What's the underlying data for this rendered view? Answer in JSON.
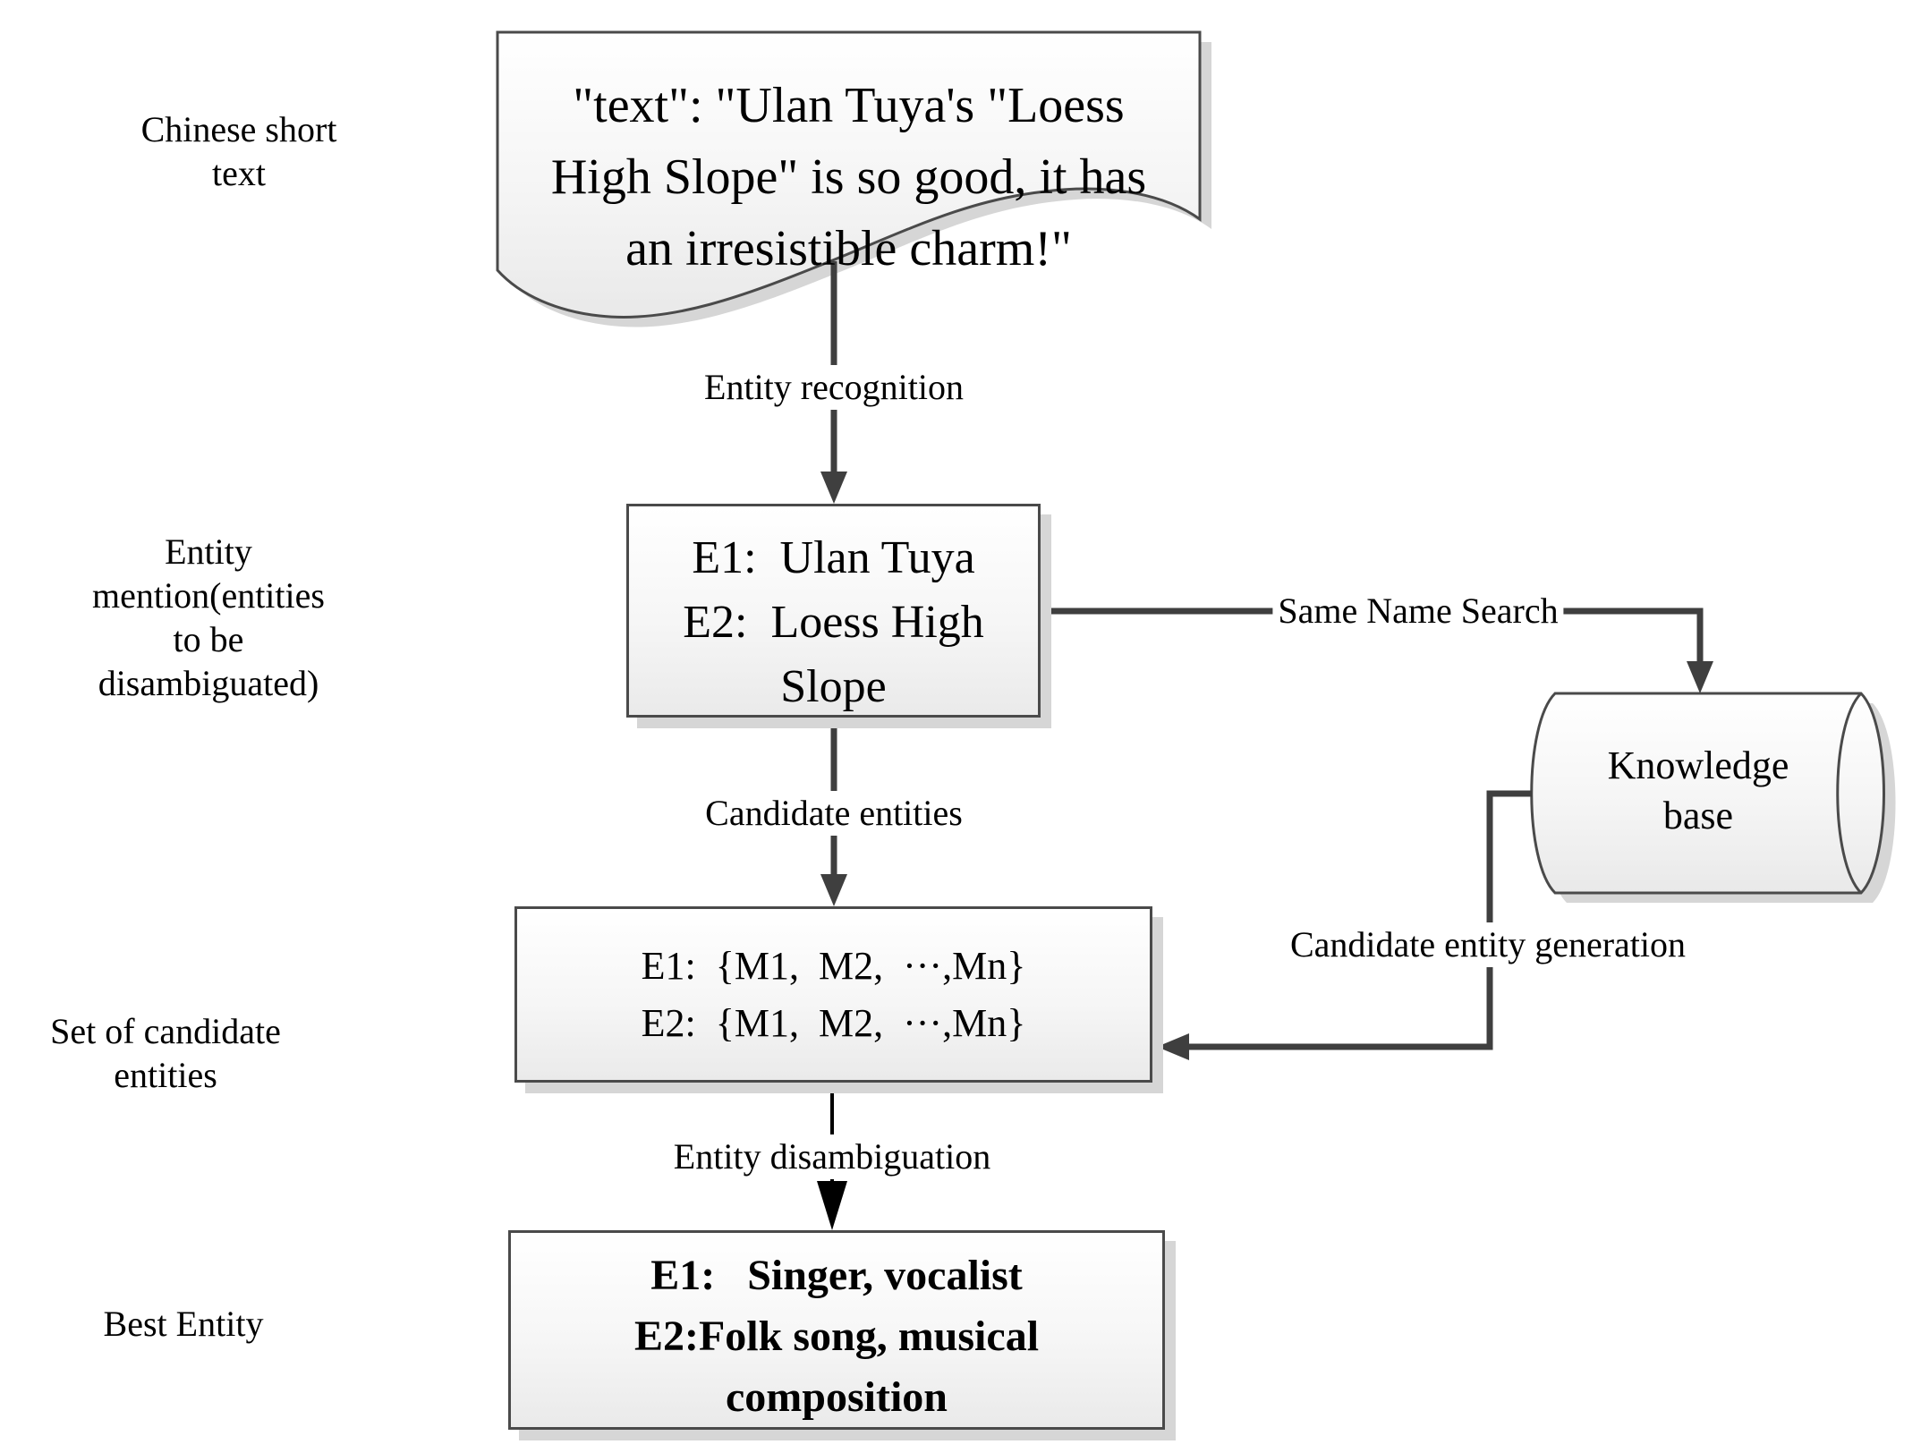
{
  "figure": {
    "title": "Entity linking flow diagram",
    "background": "#ffffff"
  },
  "side_labels": {
    "chinese_short_text": "Chinese short\ntext",
    "entity_mention": "Entity\nmention(entities\nto be\ndisambiguated)",
    "set_of_candidate_entities": "Set of candidate\nentities",
    "best_entity": "Best Entity"
  },
  "nodes": {
    "document": {
      "text": "\"text\": \"Ulan Tuya's \"Loess\nHigh Slope\" is so good, it has\nan irresistible charm!\""
    },
    "entity_mentions_box": {
      "text": "E1:  Ulan Tuya\nE2:  Loess High\nSlope"
    },
    "candidate_set_box": {
      "text": "E1:  {M1,  M2,  ···,Mn}\nE2:  {M1,  M2,  ···,Mn}"
    },
    "best_entity_box": {
      "text": "E1:   Singer, vocalist\nE2:Folk song, musical\ncomposition"
    },
    "knowledge_base": {
      "text": "Knowledge\nbase"
    }
  },
  "edge_labels": {
    "entity_recognition": "Entity recognition",
    "candidate_entities": "Candidate entities",
    "same_name_search": "Same Name Search",
    "candidate_entity_generation": "Candidate entity generation",
    "entity_disambiguation": "Entity disambiguation"
  },
  "colors": {
    "connector": "#3f3f3f",
    "final_arrow": "#000000",
    "shape_border": "#4a4a4a",
    "shadow": "#d6d6d6"
  }
}
